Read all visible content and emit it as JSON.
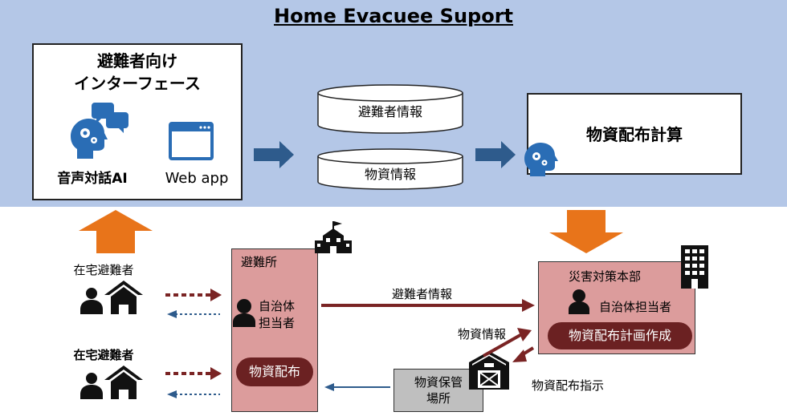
{
  "title": "Home Evacuee Suport",
  "interface": {
    "title_line1": "避難者向け",
    "title_line2": "インターフェース",
    "voice_label": "音声対話AI",
    "web_label": "Web app"
  },
  "databases": {
    "evacuee_info": "避難者情報",
    "supply_info": "物資情報"
  },
  "calc_label": "物資配布計算",
  "home_evacuee_1": "在宅避難者",
  "home_evacuee_2": "在宅避難者",
  "shelter": {
    "title": "避難所",
    "staff_line1": "自治体",
    "staff_line2": "担当者",
    "distribution": "物資配布"
  },
  "hq": {
    "title": "災害対策本部",
    "staff": "自治体担当者",
    "plan": "物資配布計画作成"
  },
  "arrow_labels": {
    "evacuee_info": "避難者情報",
    "supply_info": "物資情報",
    "instruction": "物資配布指示"
  },
  "warehouse": {
    "line1": "物資保管",
    "line2": "場所"
  },
  "colors": {
    "band": "#b4c7e7",
    "blue_arrow": "#2e5b8c",
    "orange": "#e8741a",
    "maroon": "#6b2122",
    "pink": "#dc9c9c",
    "icon_blue": "#2a6db5"
  }
}
